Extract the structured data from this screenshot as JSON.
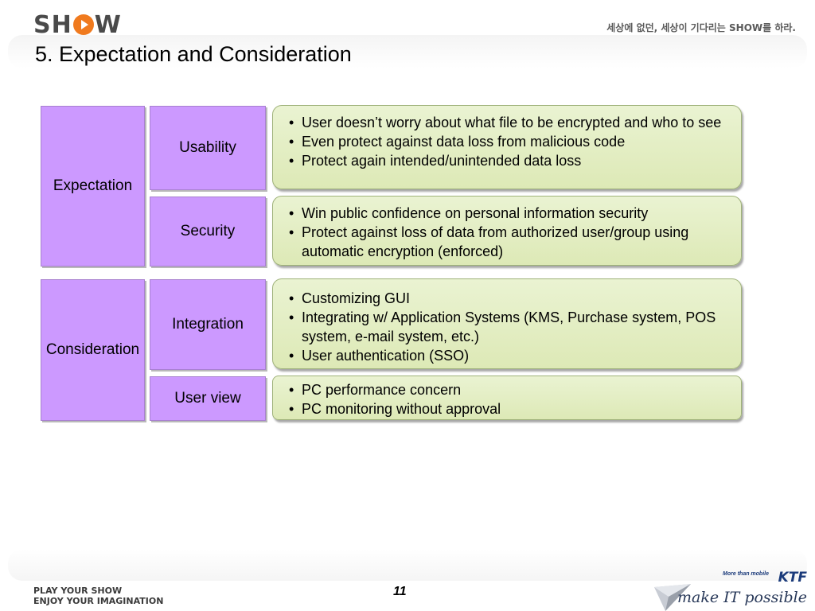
{
  "header": {
    "logo_parts": [
      "SH",
      "W"
    ],
    "tagline": "세상에 없던, 세상이 기다리는 SHOW를 하라.",
    "title": "5. Expectation and Consideration"
  },
  "sections": [
    {
      "label": "Expectation",
      "rows": [
        {
          "label": "Usability",
          "bullets": [
            "User doesn’t worry about what file to be encrypted and who to see",
            "Even protect against data loss from malicious code",
            "Protect again intended/unintended data loss"
          ]
        },
        {
          "label": "Security",
          "bullets": [
            "Win public confidence on personal information security",
            "Protect against loss of data from authorized user/group using automatic encryption (enforced)"
          ]
        }
      ]
    },
    {
      "label": "Consideration",
      "rows": [
        {
          "label": "Integration",
          "bullets": [
            "Customizing GUI",
            "Integrating w/ Application Systems (KMS, Purchase system, POS system, e-mail system, etc.)",
            "User authentication (SSO)"
          ]
        },
        {
          "label": "User view",
          "bullets": [
            "PC performance concern",
            "PC monitoring without approval"
          ]
        }
      ]
    }
  ],
  "footer": {
    "line1": "PLAY YOUR SHOW",
    "line2": "ENJOY YOUR IMAGINATION",
    "page_number": "11",
    "more_than_mobile": "More than mobile",
    "brand": "KTF",
    "slogan": "make IT possible"
  },
  "colors": {
    "label_fill": "#cc99ff",
    "panel_fill": "#dde9b6",
    "logo_accent": "#f07a1e"
  }
}
